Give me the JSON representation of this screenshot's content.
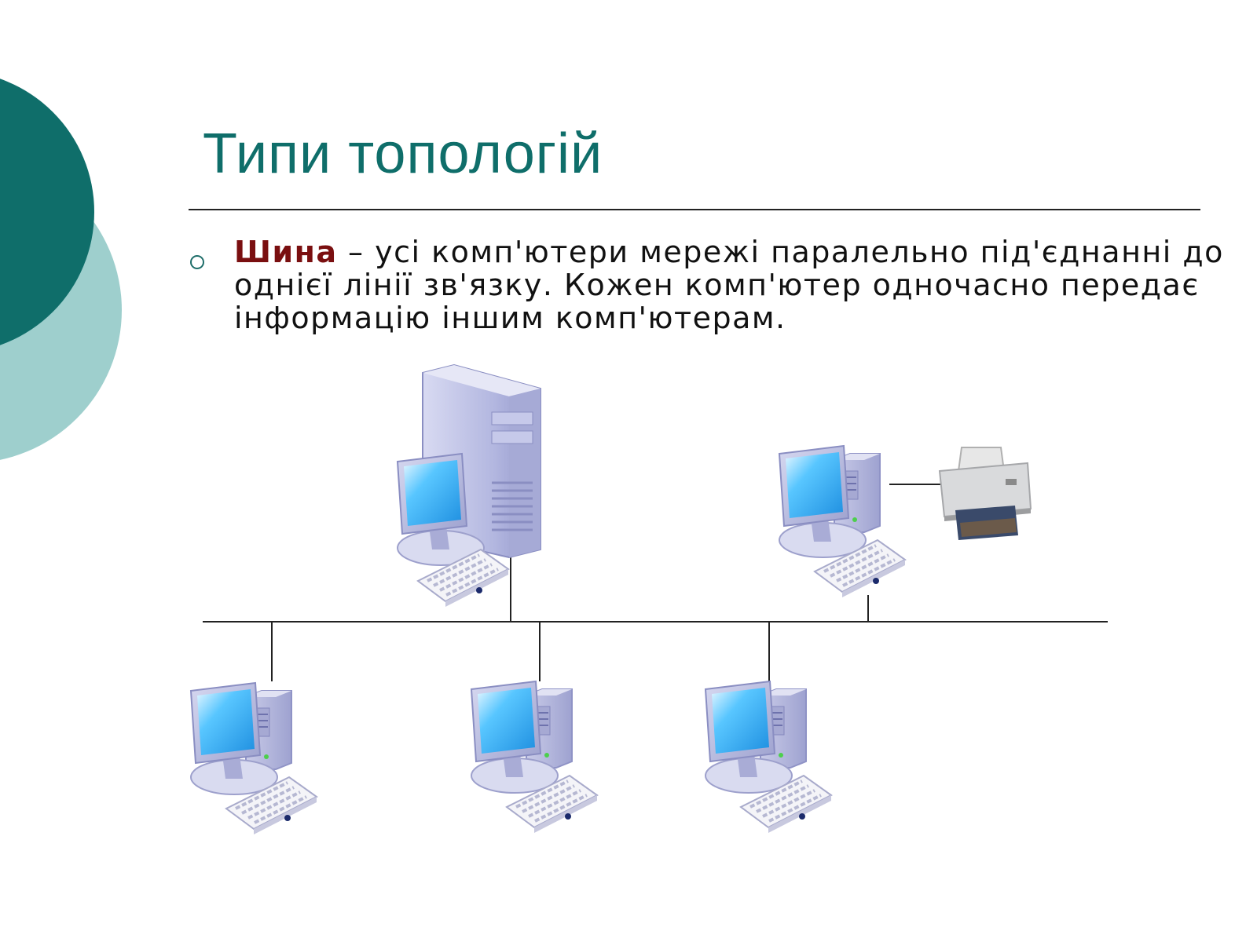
{
  "slide": {
    "title": "Типи топологій",
    "bullet": {
      "term": "Шина",
      "text": " – усі комп'ютери мережі паралельно під'єднанні до однієї лінії зв'язку. Кожен комп'ютер одночасно передає інформацію іншим комп'ютерам."
    }
  },
  "colors": {
    "accent_dark": "#0f6e6a",
    "accent_light": "#9ecfcd",
    "term": "#7a0f10"
  },
  "diagram": {
    "nodes": [
      "server-with-workstation",
      "workstation-with-printer",
      "workstation-1",
      "workstation-2",
      "workstation-3"
    ],
    "topology": "bus"
  }
}
